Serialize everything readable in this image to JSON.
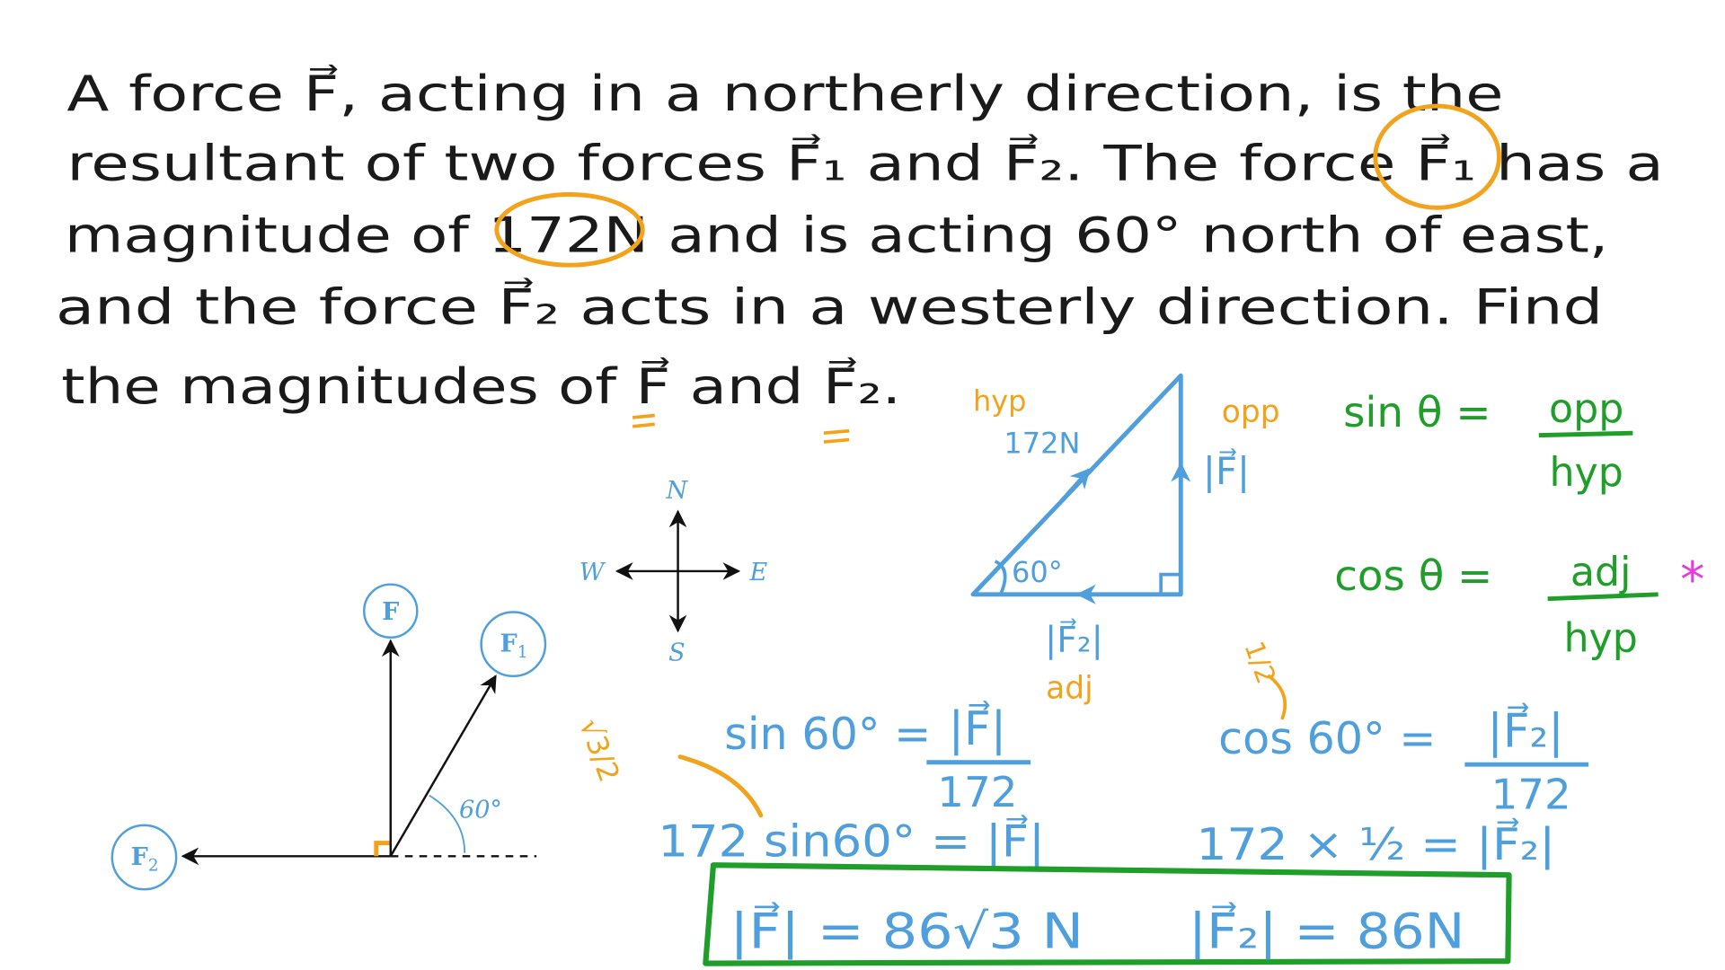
{
  "problem": {
    "lines": [
      "A force F⃗, acting in a northerly direction, is the",
      "resultant of two forces F⃗₁ and F⃗₂. The force F⃗₁ has a",
      "magnitude of 172N and is acting 60° north of east,",
      "and the force F⃗₂ acts in a westerly direction. Find",
      "the magnitudes of F⃗ and F⃗₂."
    ]
  },
  "vector_diagram": {
    "labels": {
      "F": "F",
      "F1": "F",
      "F1_sub": "1",
      "F2": "F",
      "F2_sub": "2",
      "angle": "60°"
    }
  },
  "compass": {
    "N": "N",
    "S": "S",
    "W": "W",
    "E": "E"
  },
  "triangle": {
    "hyp_label": "hyp",
    "hyp_value": "172N",
    "opp_label": "opp",
    "opp_value": "|F⃗|",
    "angle": "60°",
    "adj_value": "|F⃗₂|",
    "adj_label": "adj"
  },
  "formulas": {
    "sin_lhs": "sin θ =",
    "sin_num": "opp",
    "sin_den": "hyp",
    "cos_lhs": "cos θ =",
    "cos_num": "adj",
    "cos_den": "hyp",
    "star": "*"
  },
  "working": {
    "sqrt3_over_2": "√3/2",
    "half": "1/2",
    "sin_eq_lhs": "sin 60° =",
    "sin_eq_num": "|F⃗|",
    "sin_eq_den": "172",
    "cos_eq_lhs": "cos 60°  =",
    "cos_eq_num": "|F⃗₂|",
    "cos_eq_den": "172",
    "step_sin": "172 sin60° = |F⃗|",
    "step_cos": "172 × ½  = |F⃗₂|"
  },
  "answer": {
    "F": "|F⃗|  =  86√3 N",
    "F2": "|F⃗₂| = 86N"
  },
  "colors": {
    "blue": "#4f9fdc",
    "orange": "#f3a21b",
    "green": "#1f9e2a",
    "magenta": "#e83ad9",
    "ink": "#1a1a1a"
  }
}
